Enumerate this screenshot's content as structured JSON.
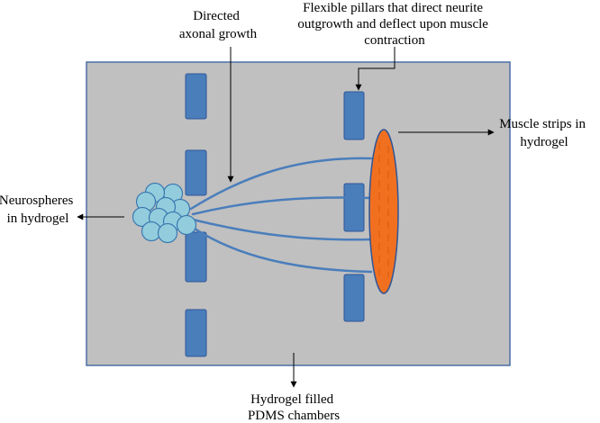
{
  "labels": {
    "axonal_growth": [
      "Directed",
      "axonal growth"
    ],
    "pillars": [
      "Flexible pillars that direct neurite",
      "outgrowth and deflect upon muscle",
      "contraction"
    ],
    "muscle": [
      "Muscle strips in",
      "hydrogel"
    ],
    "neurospheres": [
      "Neurospheres",
      "in hydrogel"
    ],
    "chamber": [
      "Hydrogel filled",
      "PDMS chambers"
    ]
  },
  "colors": {
    "chamber_fill": "#c0c0c0",
    "chamber_border": "#4a6fa5",
    "pillar_fill": "#4a7ebb",
    "pillar_border": "#2f5597",
    "neurosphere_fill": "#93cddd",
    "neurosphere_border": "#3a78b0",
    "muscle_fill": "#f07020",
    "muscle_border": "#2f5597",
    "axon_stroke": "#4a7ebb",
    "arrow_stroke": "#000000"
  }
}
